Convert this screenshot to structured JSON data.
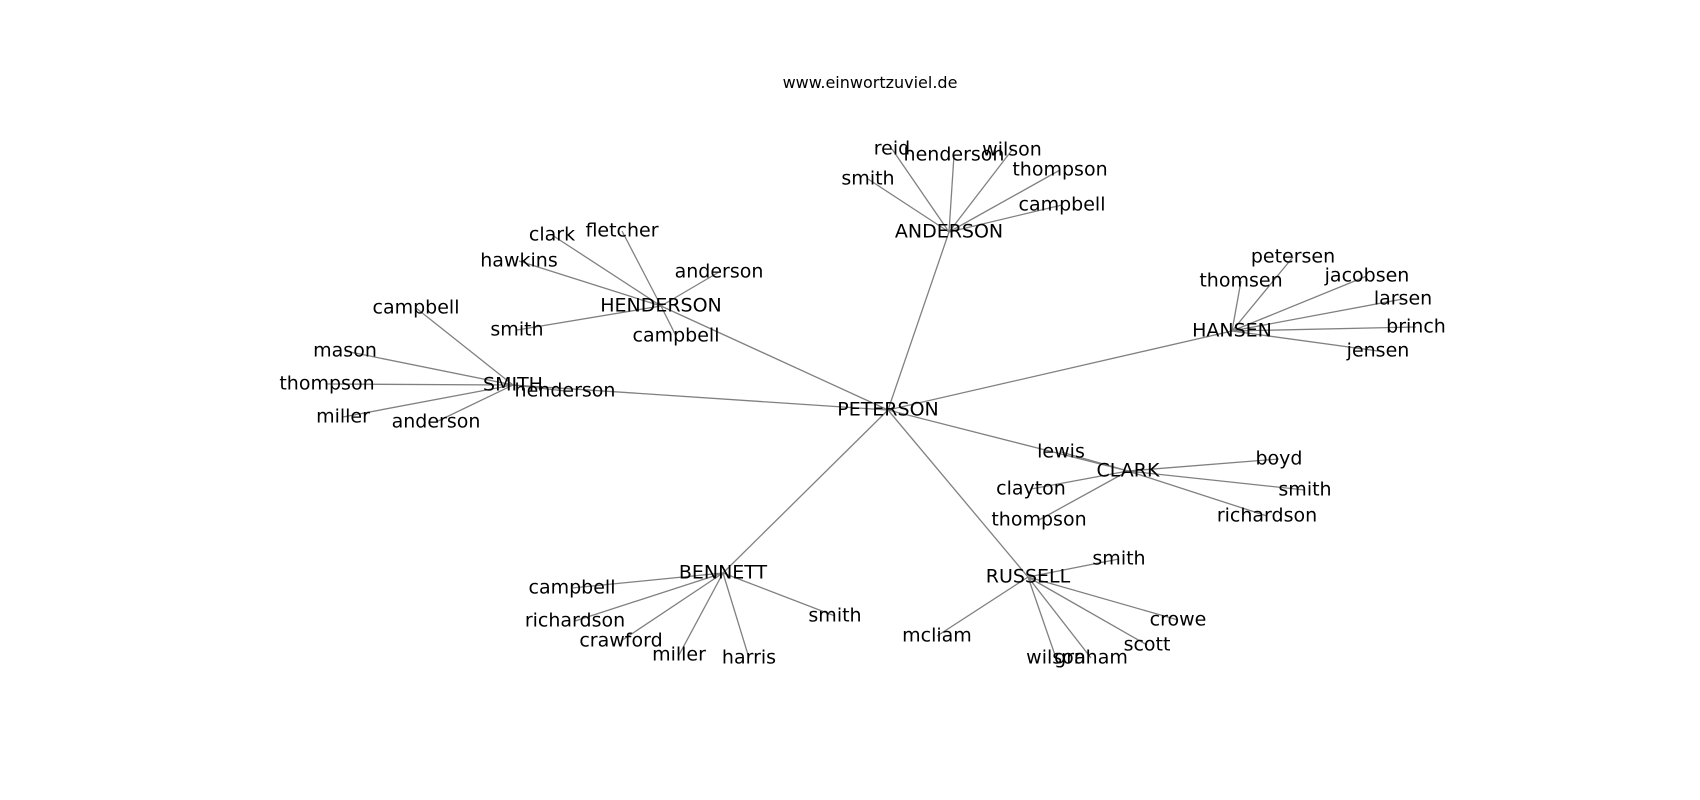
{
  "caption": "www.einwortzuviel.de",
  "colors": {
    "edge": "#808080",
    "text": "#000000",
    "background": "#ffffff"
  },
  "network": {
    "root": "PETERSON",
    "groups": [
      {
        "hub": "ANDERSON",
        "leaves": [
          "reid",
          "henderson",
          "wilson",
          "smith",
          "thompson",
          "campbell"
        ]
      },
      {
        "hub": "HENDERSON",
        "leaves": [
          "clark",
          "fletcher",
          "hawkins",
          "anderson",
          "smith",
          "campbell"
        ]
      },
      {
        "hub": "SMITH",
        "leaves": [
          "campbell",
          "mason",
          "thompson",
          "miller",
          "anderson",
          "henderson"
        ]
      },
      {
        "hub": "HANSEN",
        "leaves": [
          "petersen",
          "thomsen",
          "jacobsen",
          "larsen",
          "brinch",
          "jensen"
        ]
      },
      {
        "hub": "CLARK",
        "leaves": [
          "lewis",
          "boyd",
          "clayton",
          "smith",
          "thompson",
          "richardson"
        ]
      },
      {
        "hub": "BENNETT",
        "leaves": [
          "campbell",
          "richardson",
          "crawford",
          "miller",
          "harris",
          "smith"
        ]
      },
      {
        "hub": "RUSSELL",
        "leaves": [
          "smith",
          "crowe",
          "mcliam",
          "scott",
          "wilson",
          "graham"
        ]
      }
    ]
  }
}
